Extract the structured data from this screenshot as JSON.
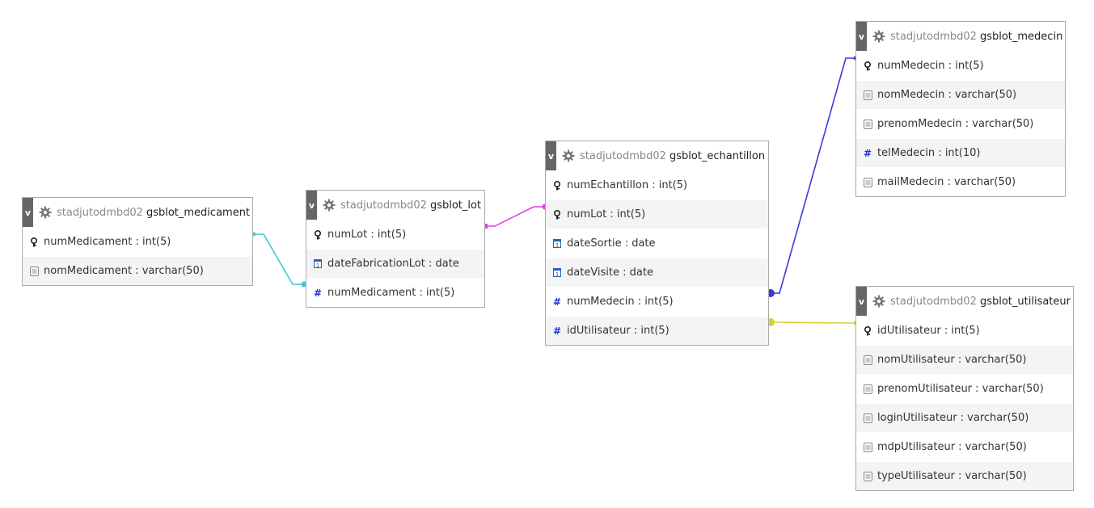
{
  "link_colors": {
    "medicament_lot": "#3cc9d4",
    "lot_echantillon": "#e23fe0",
    "echantillon_medecin": "#3a3ad8",
    "echantillon_utilisateur": "#d4d43a"
  },
  "tables": {
    "medicament": {
      "toggle": "v",
      "db": "stadjutodmbd02",
      "name": "gsblot_medicament",
      "columns": [
        {
          "label": "numMedicament : int(5)",
          "icon": "key-icon"
        },
        {
          "label": "nomMedicament : varchar(50)",
          "icon": "text-field-icon"
        }
      ]
    },
    "lot": {
      "toggle": "v",
      "db": "stadjutodmbd02",
      "name": "gsblot_lot",
      "columns": [
        {
          "label": "numLot : int(5)",
          "icon": "key-icon"
        },
        {
          "label": "dateFabricationLot : date",
          "icon": "calendar-icon"
        },
        {
          "label": "numMedicament : int(5)",
          "icon": "hash-icon"
        }
      ]
    },
    "echantillon": {
      "toggle": "v",
      "db": "stadjutodmbd02",
      "name": "gsblot_echantillon",
      "columns": [
        {
          "label": "numEchantillon : int(5)",
          "icon": "key-icon"
        },
        {
          "label": "numLot : int(5)",
          "icon": "key-icon"
        },
        {
          "label": "dateSortie : date",
          "icon": "calendar-icon"
        },
        {
          "label": "dateVisite : date",
          "icon": "calendar-icon"
        },
        {
          "label": "numMedecin : int(5)",
          "icon": "hash-icon"
        },
        {
          "label": "idUtilisateur : int(5)",
          "icon": "hash-icon"
        }
      ]
    },
    "medecin": {
      "toggle": "v",
      "db": "stadjutodmbd02",
      "name": "gsblot_medecin",
      "columns": [
        {
          "label": "numMedecin : int(5)",
          "icon": "key-icon"
        },
        {
          "label": "nomMedecin : varchar(50)",
          "icon": "text-field-icon"
        },
        {
          "label": "prenomMedecin : varchar(50)",
          "icon": "text-field-icon"
        },
        {
          "label": "telMedecin : int(10)",
          "icon": "hash-icon"
        },
        {
          "label": "mailMedecin : varchar(50)",
          "icon": "text-field-icon"
        }
      ]
    },
    "utilisateur": {
      "toggle": "v",
      "db": "stadjutodmbd02",
      "name": "gsblot_utilisateur",
      "columns": [
        {
          "label": "idUtilisateur : int(5)",
          "icon": "key-icon"
        },
        {
          "label": "nomUtilisateur : varchar(50)",
          "icon": "text-field-icon"
        },
        {
          "label": "prenomUtilisateur : varchar(50)",
          "icon": "text-field-icon"
        },
        {
          "label": "loginUtilisateur : varchar(50)",
          "icon": "text-field-icon"
        },
        {
          "label": "mdpUtilisateur : varchar(50)",
          "icon": "text-field-icon"
        },
        {
          "label": "typeUtilisateur : varchar(50)",
          "icon": "text-field-icon"
        }
      ]
    }
  }
}
